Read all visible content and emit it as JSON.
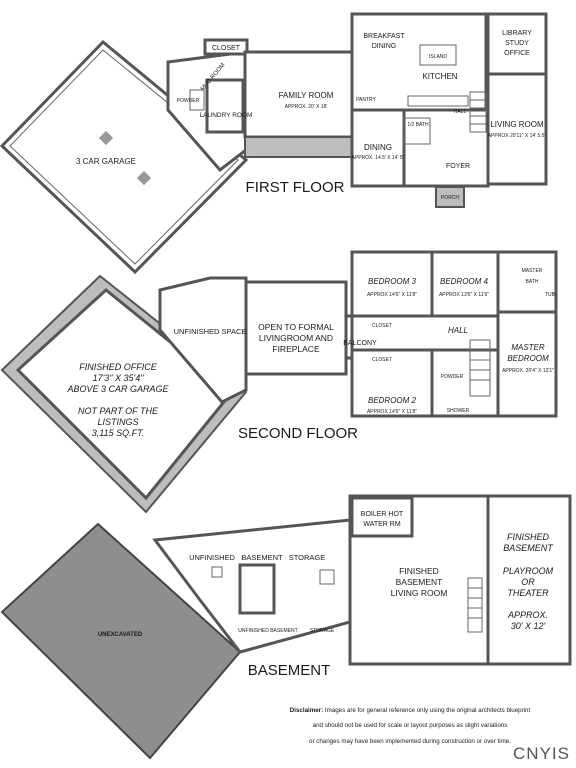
{
  "first_floor": {
    "title": "FIRST FLOOR",
    "rooms": {
      "garage": "3 CAR GARAGE",
      "closet": "CLOSET",
      "mud_room": "MUD ROOM",
      "powder": "POWDER",
      "laundry": "LAUNDRY ROOM",
      "family_room": "FAMILY ROOM",
      "family_room_size": "APPROX. 20' X 18'",
      "breakfast_dining": [
        "BREAKFAST",
        "DINING"
      ],
      "island": "ISLAND",
      "kitchen": "KITCHEN",
      "pantry": "PANTRY",
      "library": [
        "LIBRARY",
        "STUDY",
        "OFFICE"
      ],
      "living_room": "LIVING ROOM",
      "living_room_size": "APPROX 20'11\" X 14' 5.5\"",
      "hall": "HALL",
      "half_bath": "1/2 BATH",
      "dining": "DINING",
      "dining_size": "APPROX. 14.5' X 14' 5\"",
      "foyer": "FOYER",
      "porch": "PORCH"
    }
  },
  "second_floor": {
    "title": "SECOND FLOOR",
    "rooms": {
      "office": [
        "FINISHED OFFICE",
        "17'3\" X 35'4\"",
        "ABOVE 3 CAR GARAGE",
        "",
        "NOT PART OF THE",
        "LISTINGS",
        "3,115 SQ.FT."
      ],
      "unfinished": "UNFINISHED SPACE",
      "open_to": [
        "OPEN TO FORMAL",
        "LIVINGROOM AND",
        "FIREPLACE"
      ],
      "balcony": "BALCONY",
      "bedroom3": "BEDROOM 3",
      "bedroom3_size": "APPROX 14'6\" X 11'8\"",
      "bedroom4": "BEDROOM 4",
      "bedroom4_size": "APPROX 13'6\" X 11'6\"",
      "closet1": "CLOSET",
      "closet2": "CLOSET",
      "hall": "HALL",
      "master": "MASTER",
      "bath": "BATH",
      "tub": "TUB",
      "master_bedroom": [
        "MASTER",
        "BEDROOM"
      ],
      "master_size": "APPROX. 20'4\" X 13'1\"",
      "bedroom2": "BEDROOM 2",
      "bedroom2_size": "APPROX 14'6\" X 11'8\"",
      "powder": "POWDER",
      "shower": "SHOWER"
    }
  },
  "basement": {
    "title": "BASEMENT",
    "rooms": {
      "unexcavated": "UNEXCAVATED",
      "unfinished_basement": "UNFINISHED",
      "basement_word": "BASEMENT",
      "storage": "STORAGE",
      "boiler": [
        "BOILER HOT",
        "WATER RM"
      ],
      "finished_living": [
        "FINISHED",
        "BASEMENT",
        "LIVING ROOM"
      ],
      "playroom": [
        "FINISHED",
        "BASEMENT",
        "",
        "PLAYROOM",
        "OR",
        "THEATER",
        "",
        "APPROX.",
        "30' X 12'"
      ],
      "unfinished_small": "UNFINISHED BASEMENT",
      "storage_small": "STORAGE"
    }
  },
  "disclaimer": {
    "label": "Disclaimer:",
    "line1": " Images are for general reference only using the original architects blueprint",
    "line2": "and should not be used for scale or layout purposes as slight variations",
    "line3": "or changes may have been implemented during construction or over time."
  },
  "logo": "CNYIS"
}
